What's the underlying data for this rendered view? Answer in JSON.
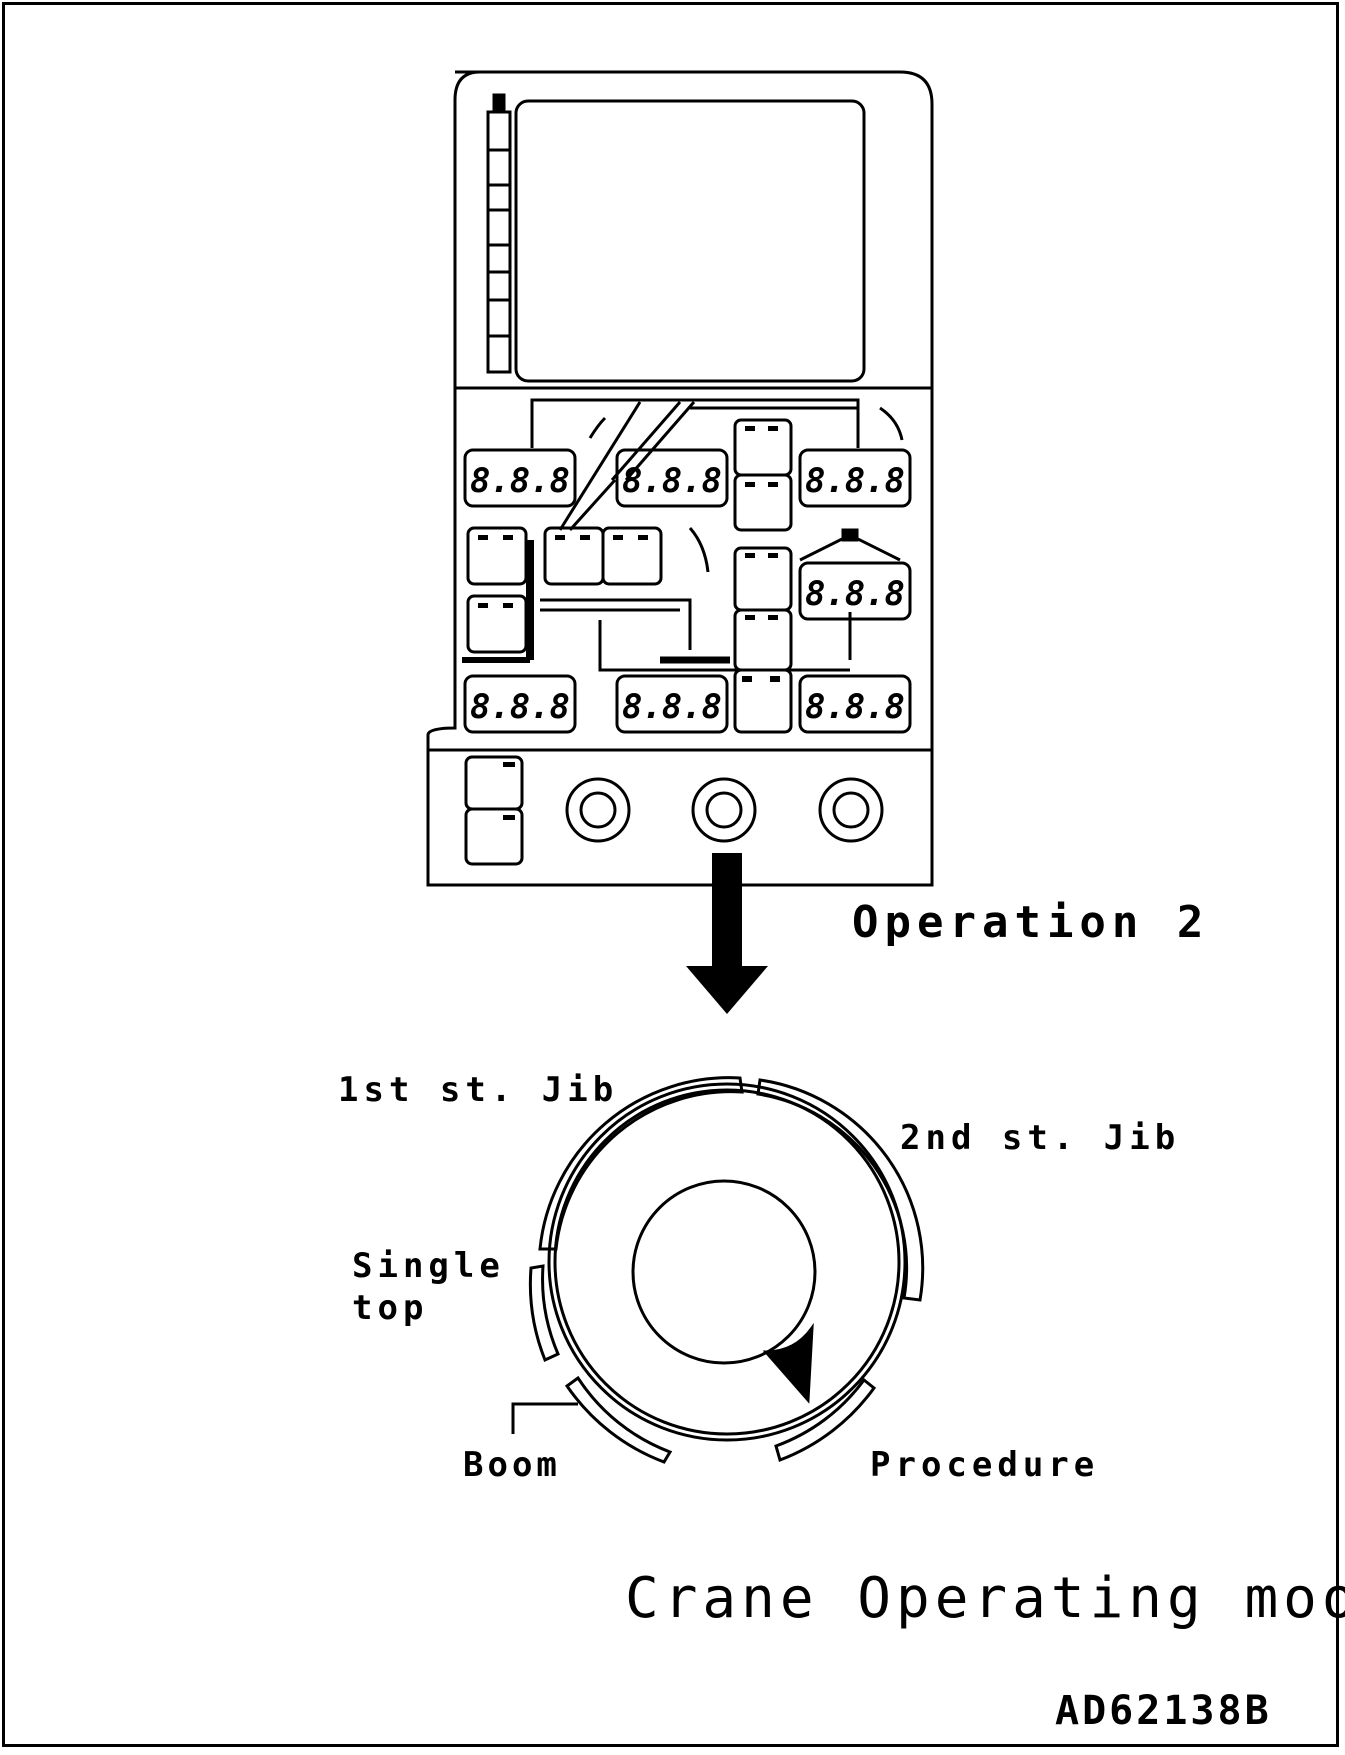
{
  "operation_label": "Operation 2",
  "dial": {
    "positions": [
      {
        "key": "first_stage_jib",
        "label": "1st st. Jib"
      },
      {
        "key": "second_stage_jib",
        "label": "2nd st. Jib"
      },
      {
        "key": "single_top",
        "label": "Single\ntop"
      },
      {
        "key": "boom",
        "label": "Boom"
      },
      {
        "key": "procedure",
        "label": "Procedure"
      }
    ]
  },
  "caption": "Crane Operating mood",
  "figure_code": "AD62138B",
  "display_digits": "8.8.8"
}
